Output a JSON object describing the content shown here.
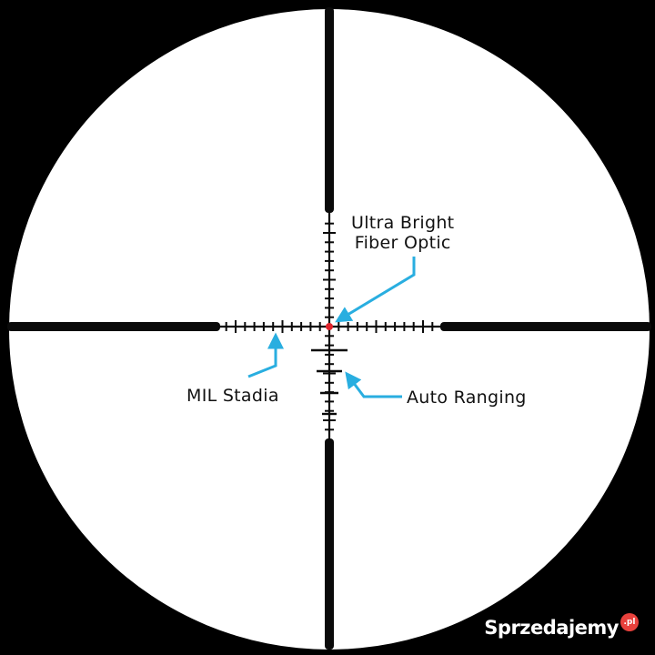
{
  "reticle": {
    "fiber_optic_line1": "Ultra Bright",
    "fiber_optic_line2": "Fiber Optic",
    "mil_stadia": "MIL Stadia",
    "auto_ranging": "Auto Ranging"
  },
  "colors": {
    "background": "#000000",
    "lens": "#ffffff",
    "reticle": "#0a0a0a",
    "center_dot": "#e0242c",
    "callout_arrow": "#29aee0"
  },
  "watermark": {
    "text": "Sprzedajemy",
    "badge": ".pl"
  }
}
